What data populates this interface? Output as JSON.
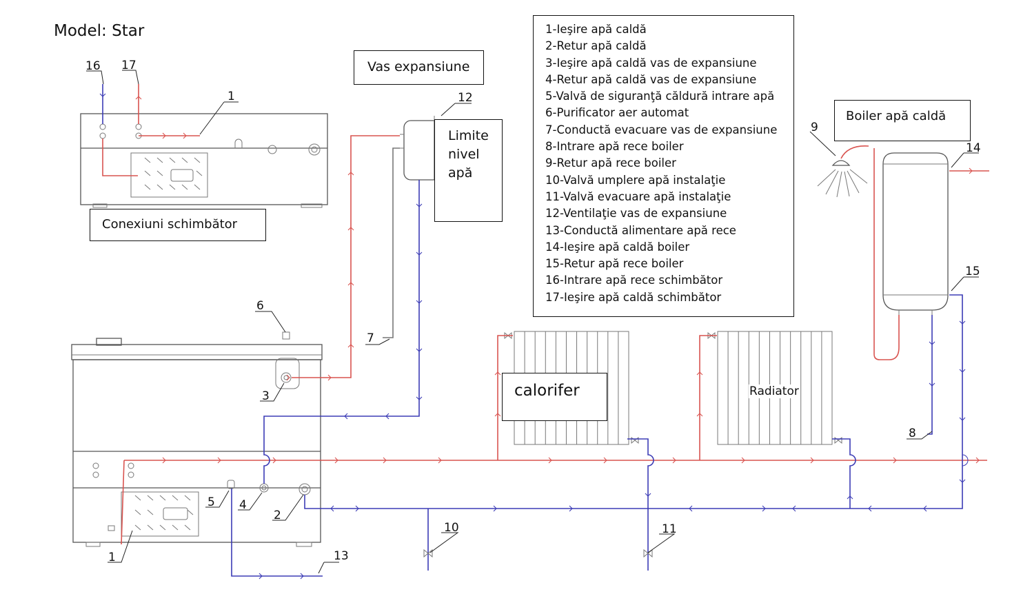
{
  "title": "Model: Star",
  "labels": {
    "expansion_vessel": "Vas expansiune",
    "water_level_limits": [
      "Limite",
      "nivel",
      "apă"
    ],
    "exchanger_connections": "Conexiuni schimbător",
    "boiler": "Boiler apă caldă",
    "radiator_ro": "calorifer",
    "radiator_en": "Radiator"
  },
  "legend": [
    "1-Ieşire apă caldă",
    "2-Retur apă caldă",
    "3-Ieşire apă caldă vas de expansiune",
    "4-Retur apă caldă vas de expansiune",
    "5-Valvă de siguranţă căldură intrare apă",
    "6-Purificator aer automat",
    "7-Conductă evacuare vas de expansiune",
    "8-Intrare apă rece boiler",
    "9-Retur apă rece boiler",
    "10-Valvă umplere apă instalaţie",
    "11-Valvă evacuare apă instalaţie",
    "12-Ventilaţie vas de expansiune",
    "13-Conductă alimentare apă rece",
    "14-Ieşire apă caldă boiler",
    "15-Retur apă rece boiler",
    "16-Intrare apă rece schimbător",
    "17-Ieşire apă caldă schimbător"
  ],
  "callouts": {
    "n1a": "1",
    "n1b": "1",
    "n2": "2",
    "n3": "3",
    "n4": "4",
    "n5": "5",
    "n6": "6",
    "n7": "7",
    "n8": "8",
    "n9": "9",
    "n10": "10",
    "n11": "11",
    "n12": "12",
    "n13": "13",
    "n14": "14",
    "n15": "15",
    "n16": "16",
    "n17": "17"
  },
  "colors": {
    "hot_pipe": "#d9534f",
    "cold_pipe": "#3b3bb5",
    "outline": "#555555"
  }
}
